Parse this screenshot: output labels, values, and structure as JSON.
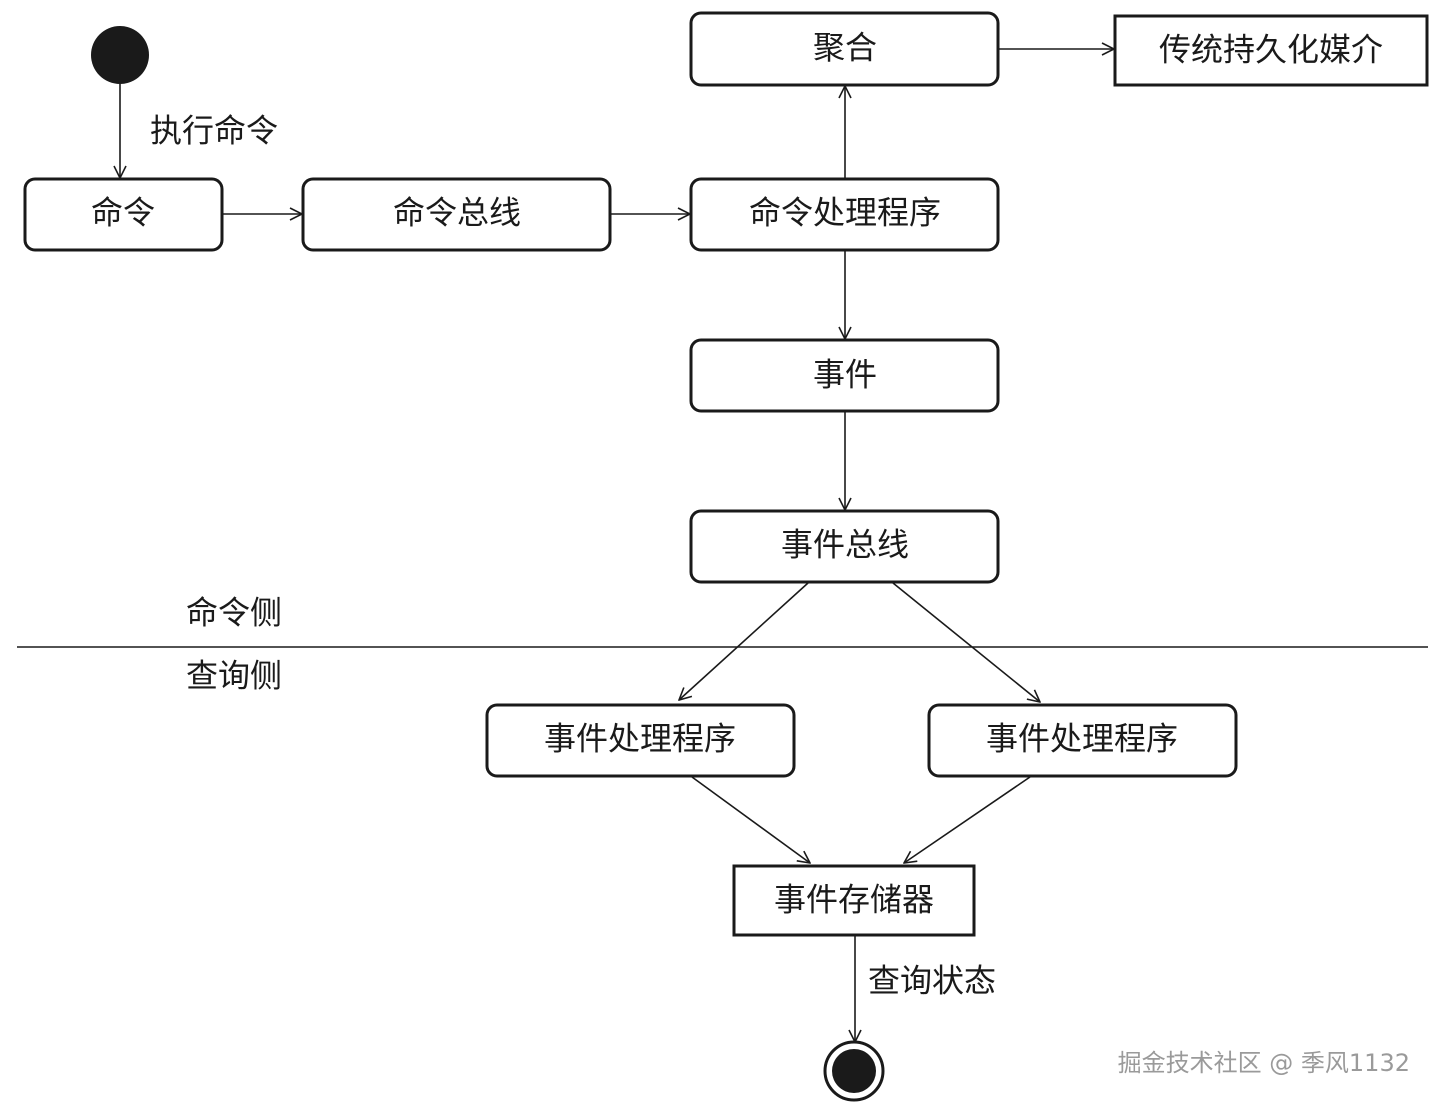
{
  "nodes": {
    "aggregate": "聚合",
    "persistence": "传统持久化媒介",
    "command": "命令",
    "command_bus": "命令总线",
    "command_handler": "命令处理程序",
    "event": "事件",
    "event_bus": "事件总线",
    "event_handler_left": "事件处理程序",
    "event_handler_right": "事件处理程序",
    "event_store": "事件存储器"
  },
  "labels": {
    "execute_command": "执行命令",
    "command_side": "命令侧",
    "query_side": "查询侧",
    "query_state": "查询状态"
  },
  "watermark": "掘金技术社区 @ 季风1132"
}
